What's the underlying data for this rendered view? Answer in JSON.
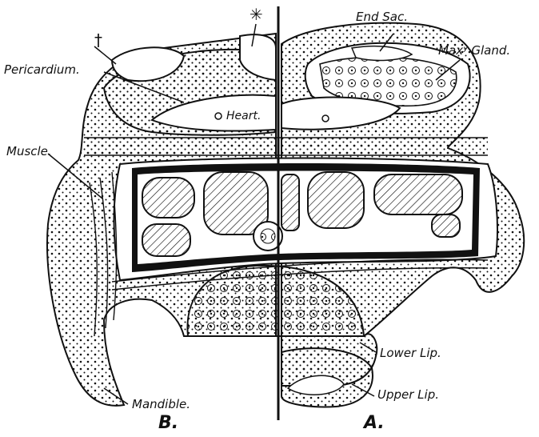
{
  "labels": {
    "pericardium": "Pericardium.",
    "heart": "Heart.",
    "muscle": "Muscle.",
    "mandible": "Mandible.",
    "end_sac": "End Sac.",
    "max_gland": "Maxʸ Gland.",
    "lower_lip": "Lower Lip.",
    "upper_lip": "Upper Lip.",
    "dagger": "†",
    "asterisk": "✳",
    "panel_b": "B.",
    "panel_a": "A."
  }
}
